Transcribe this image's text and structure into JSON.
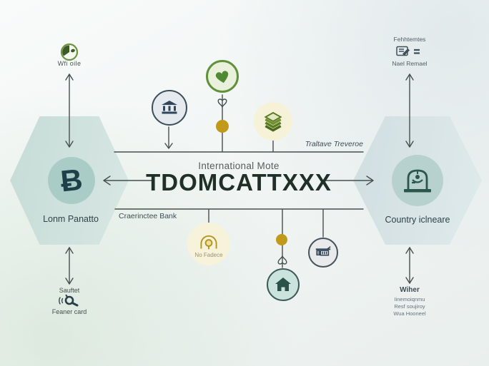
{
  "title": {
    "subtitle": "International Mote",
    "main": "TDOMCATTXXX"
  },
  "nodes": {
    "left": {
      "label": "Lonm Panatto",
      "icon_glyph": "Ƀ",
      "icon": "currency-b-icon"
    },
    "right": {
      "label": "Country iclneare",
      "icon": "arch-gate-icon"
    }
  },
  "outer_labels": {
    "top_left": "Wfi oile",
    "top_right_1": "Fehhtemtes",
    "top_right_2": "Nael Remael",
    "bottom_left_1": "Sauftet",
    "bottom_left_2": "Feaner card",
    "bottom_right_1": "Wiher",
    "bottom_right_2": "Iinemoiqnmu",
    "bottom_right_3": "Resf soujiroy",
    "bottom_right_4": "Wua Hooneel"
  },
  "branches": {
    "upper_label": "Traltave Treveroe",
    "lower_label": "Craerinctee Bank",
    "fee_label": "No Fadece"
  },
  "icons": {
    "top_left": "pie-clock-icon",
    "top_right": "document-pen-equals-icon",
    "upper_branch": [
      "bank-icon",
      "heart-icon",
      "layers-stack-icon"
    ],
    "lower_branch": [
      "dome-pin-icon",
      "house-icon",
      "kiosk-icon"
    ],
    "bottom_left": "magnifier-hand-icon"
  },
  "colors": {
    "accent_green": "#5d8f3c",
    "accent_gold": "#c19a1c",
    "teal_dark": "#2c5a52",
    "navy": "#33475a",
    "line": "#46504e",
    "title_dark": "#203029",
    "hex_left": "#cfe2de",
    "hex_right": "#d8e3e6"
  }
}
